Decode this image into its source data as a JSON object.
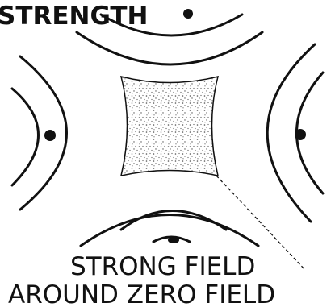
{
  "labels": {
    "top": "STRENGTH",
    "bottom_line1": "STRONG FIELD",
    "bottom_line2": "AROUND ZERO FIELD"
  },
  "icons": {
    "pole_marker": "filled-dot",
    "zero_field_region": "stippled-square"
  },
  "colors": {
    "ink": "#111111",
    "background": "#ffffff",
    "stipple": "#555555"
  }
}
